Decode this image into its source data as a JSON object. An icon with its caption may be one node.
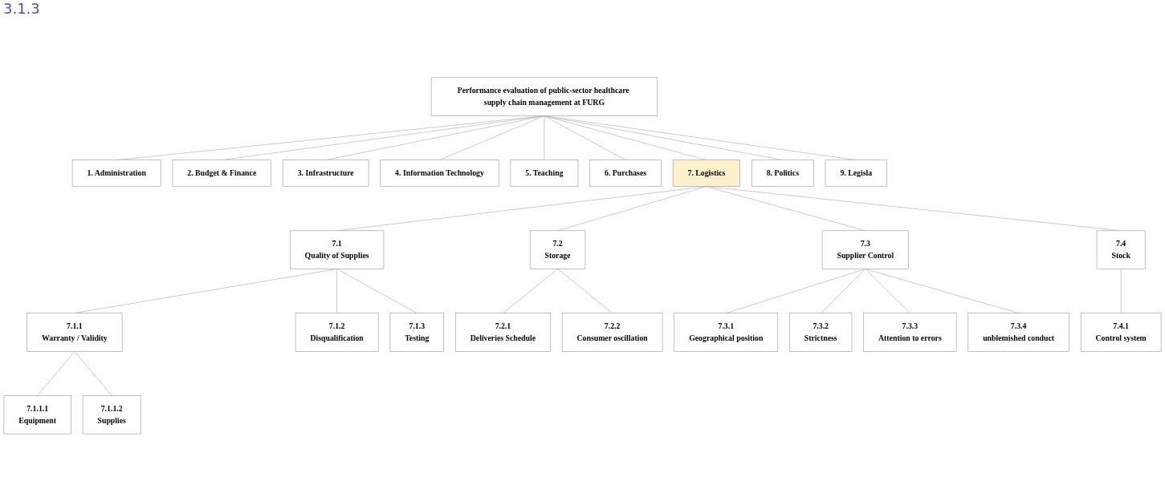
{
  "diagram": {
    "nodes": [
      {
        "text": [
          "Performance evaluation of public-sector healthcare supply chain management at FURG"
        ]
      },
      {
        "text": [
          "1. Administration"
        ]
      },
      {
        "text": [
          "2. Budget & Finance"
        ]
      },
      {
        "text": [
          "3. Infrastructure"
        ]
      },
      {
        "text": [
          "4. Information Technology"
        ]
      },
      {
        "text": [
          "5. Teaching"
        ]
      },
      {
        "text": [
          "6. Purchases"
        ]
      },
      {
        "text": [
          "7. Logistics"
        ]
      },
      {
        "text": [
          "8. Politics"
        ]
      },
      {
        "text": [
          "9. Legisla"
        ]
      },
      {
        "text": [
          "7.1",
          "Quality of Supplies"
        ]
      },
      {
        "text": [
          "7.2",
          "Storage"
        ]
      },
      {
        "text": [
          "7.3",
          "Supplier Control"
        ]
      },
      {
        "text": [
          "7.4",
          "Stock"
        ]
      },
      {
        "text": [
          "7.1.1",
          "Warranty / Validity"
        ]
      },
      {
        "text": [
          "7.1.2",
          "Disqualification"
        ]
      },
      {
        "text": [
          "7.1.3",
          "Testing"
        ]
      },
      {
        "text": [
          "7.2.1",
          "Deliveries Schedule"
        ]
      },
      {
        "text": [
          "7.2.2",
          "Consumer oscillation"
        ]
      },
      {
        "text": [
          "7.3.1",
          "Geographical position"
        ]
      },
      {
        "text": [
          "7.3.2",
          "Strictness"
        ]
      },
      {
        "text": [
          "7.3.3",
          "Attention to errors"
        ]
      },
      {
        "text": [
          "7.3.4",
          "unblemished conduct"
        ]
      },
      {
        "text": [
          "7.4.1",
          "Control system"
        ]
      },
      {
        "text": [
          "7.1.1.1",
          "Equipment"
        ]
      },
      {
        "text": [
          "7.1.1.2",
          "Supplies"
        ]
      }
    ],
    "edges": [
      {
        "from": 0,
        "to": 1,
        "arrow": "none"
      },
      {
        "from": 0,
        "to": 2,
        "arrow": "none"
      },
      {
        "from": 0,
        "to": 3,
        "arrow": "none"
      },
      {
        "from": 0,
        "to": 4,
        "arrow": "none"
      },
      {
        "from": 0,
        "to": 5,
        "arrow": "none"
      },
      {
        "from": 0,
        "to": 6,
        "arrow": "none"
      },
      {
        "from": 0,
        "to": 7,
        "arrow": "none"
      },
      {
        "from": 0,
        "to": 8,
        "arrow": "none"
      },
      {
        "from": 0,
        "to": 9,
        "arrow": "none"
      },
      {
        "from": 7,
        "to": 10,
        "arrow": "none"
      },
      {
        "from": 7,
        "to": 11,
        "arrow": "none"
      },
      {
        "from": 7,
        "to": 12,
        "arrow": "none"
      },
      {
        "from": 7,
        "to": 13,
        "arrow": "none"
      },
      {
        "from": 10,
        "to": 14,
        "arrow": "none"
      },
      {
        "from": 10,
        "to": 15,
        "arrow": "none"
      },
      {
        "from": 10,
        "to": 16,
        "arrow": "none"
      },
      {
        "from": 11,
        "to": 17,
        "arrow": "none"
      },
      {
        "from": 11,
        "to": 18,
        "arrow": "none"
      },
      {
        "from": 12,
        "to": 19,
        "arrow": "none"
      },
      {
        "from": 12,
        "to": 20,
        "arrow": "none"
      },
      {
        "from": 12,
        "to": 21,
        "arrow": "none"
      },
      {
        "from": 12,
        "to": 22,
        "arrow": "none"
      },
      {
        "from": 13,
        "to": 23,
        "arrow": "none"
      },
      {
        "from": 14,
        "to": 24,
        "arrow": "none"
      },
      {
        "from": 14,
        "to": 25,
        "arrow": "none"
      }
    ],
    "labels": [
      "3.1.3"
    ]
  }
}
